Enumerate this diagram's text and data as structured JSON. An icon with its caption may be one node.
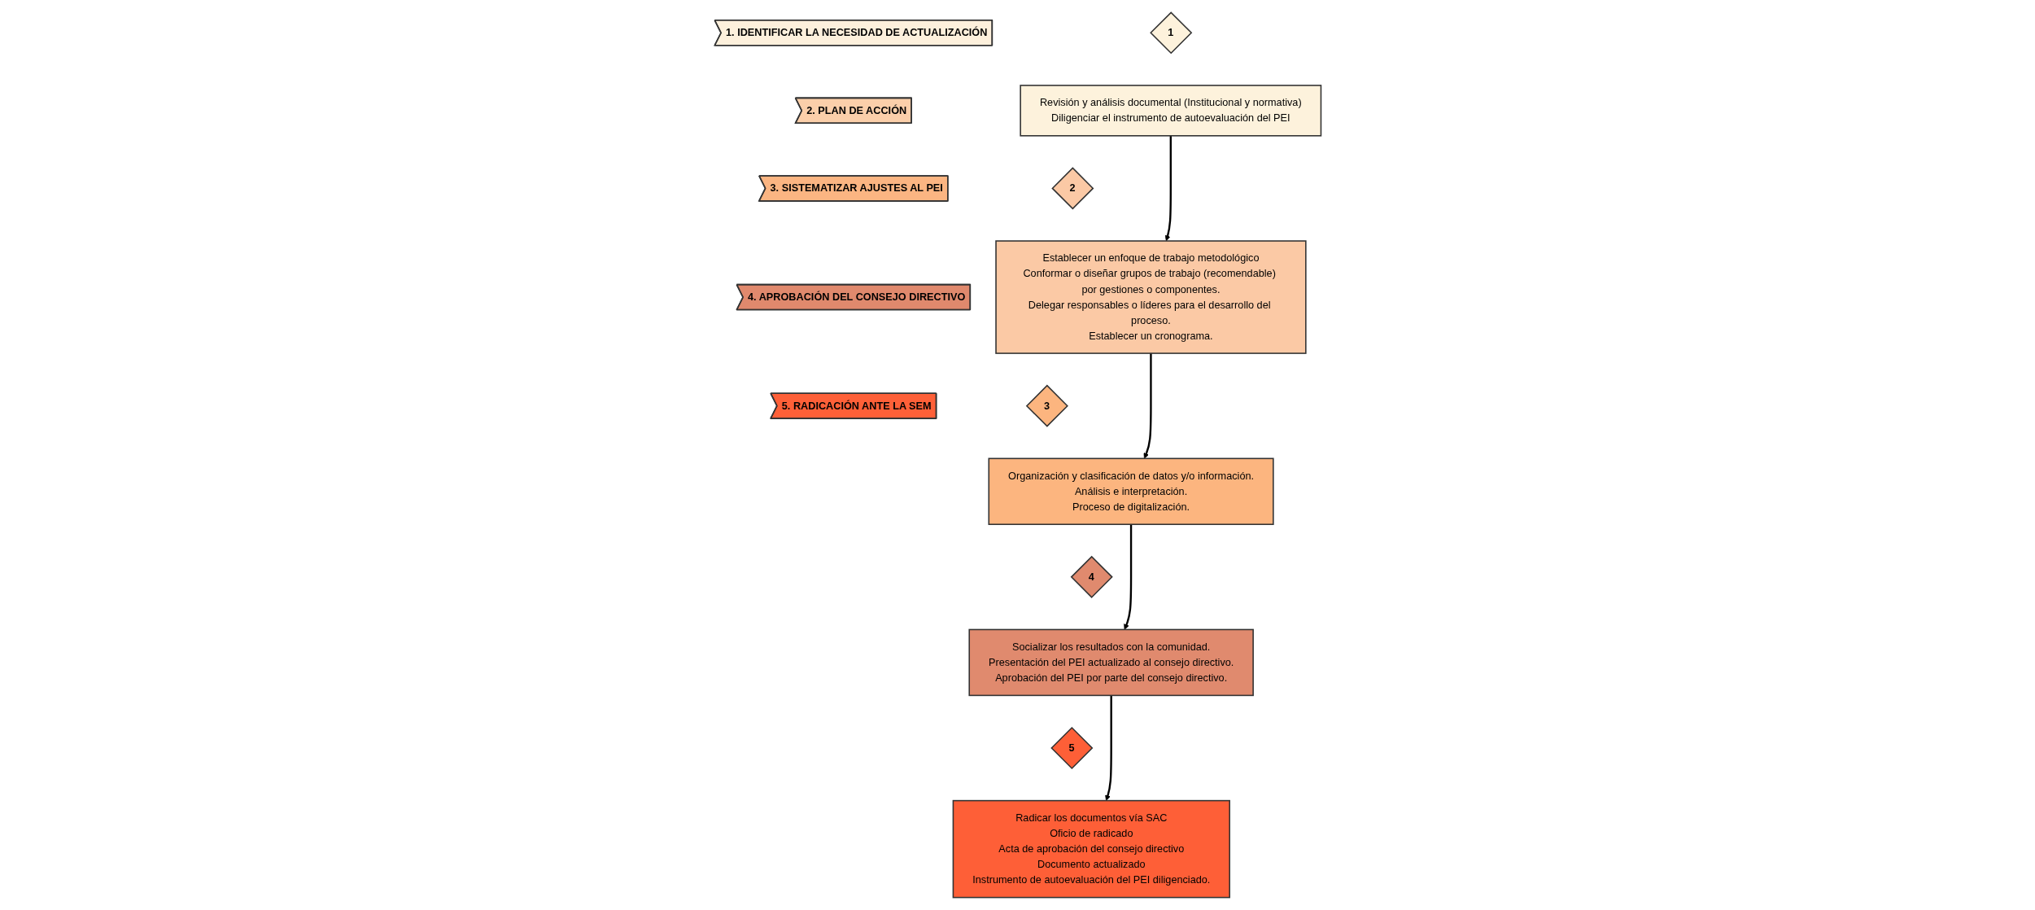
{
  "diagram": {
    "nodes": [
      {
        "text": [
          "1. IDENTIFICAR LA NECESIDAD DE ACTUALIZACIÓN"
        ]
      },
      {
        "text": [
          "2. PLAN DE ACCIÓN"
        ]
      },
      {
        "text": [
          "3. SISTEMATIZAR AJUSTES AL PEI"
        ]
      },
      {
        "text": [
          "4. APROBACIÓN DEL CONSEJO DIRECTIVO"
        ]
      },
      {
        "text": [
          "5. RADICACIÓN ANTE LA SEM"
        ]
      },
      {
        "text": [
          "Revisión y análisis documental (Institucional y normativa)",
          "Diligenciar el instrumento de autoevaluación del PEI"
        ]
      },
      {
        "text": [
          "1"
        ]
      },
      {
        "text": [
          "Establecer un enfoque de trabajo metodológico",
          "Conformar o diseñar grupos de trabajo (recomendable) por gestiones o componentes.",
          "Delegar responsables o líderes para el desarrollo del proceso.",
          "Establecer un cronograma."
        ]
      },
      {
        "text": [
          "2"
        ]
      },
      {
        "text": [
          "Organización y clasificación de datos y/o información.",
          "Análisis e interpretación.",
          "Proceso de digitalización."
        ]
      },
      {
        "text": [
          "3"
        ]
      },
      {
        "text": [
          "Socializar los resultados con la comunidad.",
          "Presentación del PEI actualizado al consejo directivo.",
          "Aprobación del PEI por parte del consejo directivo."
        ]
      },
      {
        "text": [
          "4"
        ]
      },
      {
        "text": [
          "Radicar los documentos vía SAC",
          "Oficio de radicado",
          "Acta de aprobación del consejo directivo",
          "Documento actualizado",
          "Instrumento de autoevaluación del PEI diligenciado."
        ]
      },
      {
        "text": [
          "5"
        ]
      }
    ],
    "edges": [
      {
        "from": 5,
        "to": 7,
        "arrow": "to"
      },
      {
        "from": 7,
        "to": 9,
        "arrow": "to"
      },
      {
        "from": 9,
        "to": 11,
        "arrow": "to"
      },
      {
        "from": 11,
        "to": 13,
        "arrow": "to"
      }
    ]
  }
}
